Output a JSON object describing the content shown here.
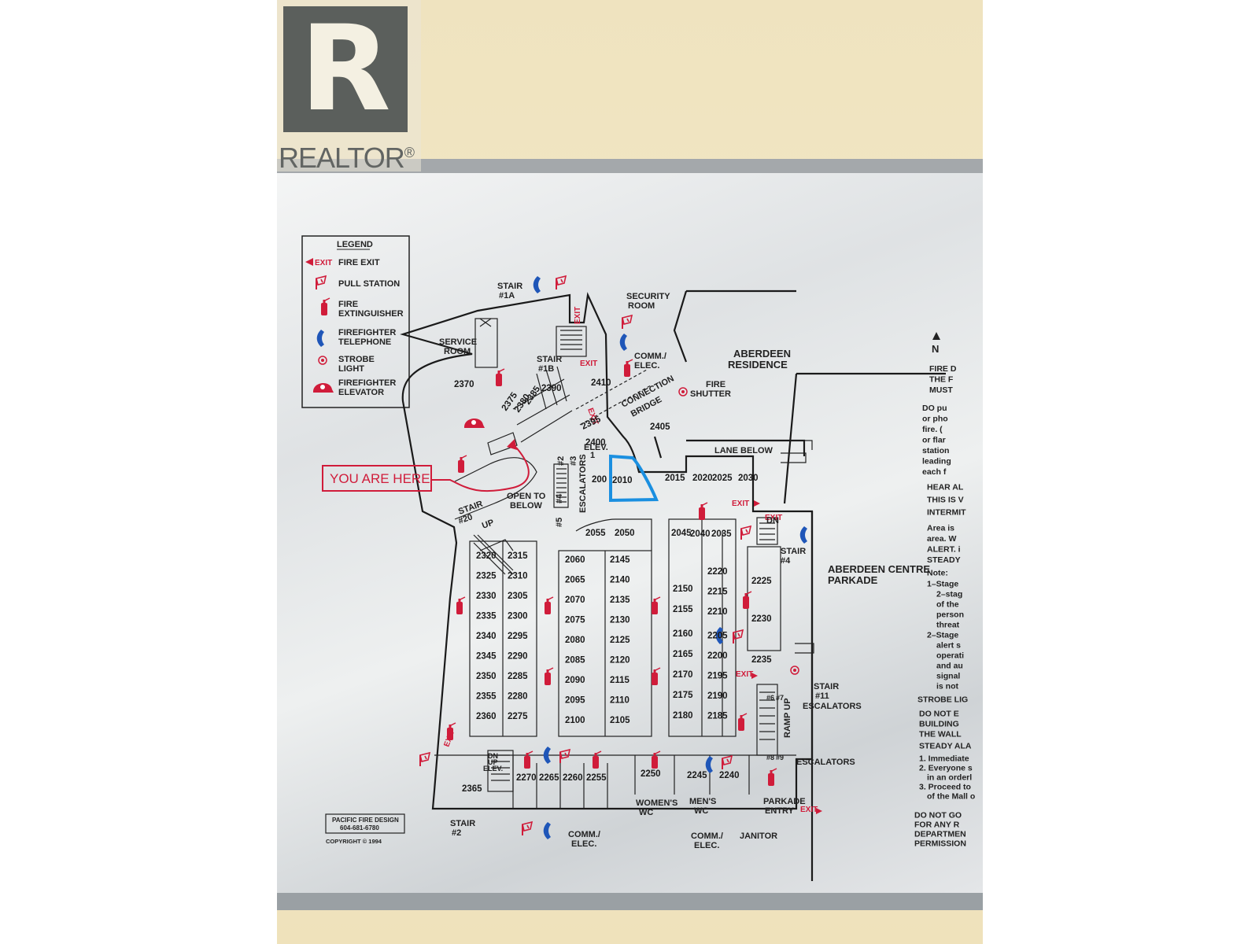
{
  "brand": {
    "logo_letter": "R",
    "logo_text": "REALTOR",
    "registered": "®"
  },
  "legend": {
    "title": "LEGEND",
    "items": [
      {
        "icon": "exit-arrow-icon",
        "tag": "EXIT",
        "label": "FIRE EXIT"
      },
      {
        "icon": "pull-station-icon",
        "label": "PULL STATION"
      },
      {
        "icon": "fire-extinguisher-icon",
        "label": "FIRE",
        "label2": "EXTINGUISHER"
      },
      {
        "icon": "firefighter-telephone-icon",
        "label": "FIREFIGHTER",
        "label2": "TELEPHONE"
      },
      {
        "icon": "strobe-light-icon",
        "label": "STROBE",
        "label2": "LIGHT"
      },
      {
        "icon": "firefighter-elevator-icon",
        "label": "FIREFIGHTER",
        "label2": "ELEVATOR"
      }
    ]
  },
  "you_are_here": "YOU ARE HERE",
  "north": "N",
  "labels": {
    "stair_1a": [
      "STAIR",
      "#1A"
    ],
    "security_room": [
      "SECURITY",
      "ROOM"
    ],
    "service_room": [
      "SERVICE",
      "ROOM"
    ],
    "stair_1b": [
      "STAIR",
      "#1B"
    ],
    "comm_elec_top": [
      "COMM./",
      "ELEC."
    ],
    "connection_bridge": [
      "CONNECTION",
      "BRIDGE"
    ],
    "fire_shutter": [
      "FIRE",
      "SHUTTER"
    ],
    "aberdeen_residence": [
      "ABERDEEN",
      "RESIDENCE"
    ],
    "lane_below": "LANE BELOW",
    "open_to_below": [
      "OPEN TO",
      "BELOW"
    ],
    "stair_20": [
      "STAIR",
      "#20"
    ],
    "escalators_v": "ESCALATORS",
    "elev_1": [
      "ELEV.",
      "1"
    ],
    "stair_4": [
      "STAIR",
      "#4"
    ],
    "aberdeen_parkade": [
      "ABERDEEN CENTRE",
      "PARKADE"
    ],
    "stair_11": [
      "STAIR",
      "#11"
    ],
    "escalators_1": "ESCALATORS",
    "escalators_2": "ESCALATORS",
    "ramp_up": "RAMP UP",
    "stair_2": [
      "STAIR",
      "#2"
    ],
    "elev_bottom": "ELEV.",
    "comm_elec_bottom_left": [
      "COMM./",
      "ELEC."
    ],
    "comm_elec_bottom_right": [
      "COMM./",
      "ELEC."
    ],
    "womens_wc": [
      "WOMEN'S",
      "WC"
    ],
    "mens_wc": [
      "MEN'S",
      "WC"
    ],
    "janitor": "JANITOR",
    "parkade_entry": [
      "PARKADE",
      "ENTRY"
    ],
    "exit": "EXIT",
    "up": "UP",
    "dn": "DN",
    "esc_nums_left": [
      "#4",
      "#5",
      "#2",
      "#3"
    ],
    "esc_nums_right": [
      "#6",
      "#7",
      "#8",
      "#9"
    ]
  },
  "rooms": {
    "north_wing": [
      "2370",
      "2375",
      "2380",
      "2385",
      "2390",
      "2410",
      "2395",
      "2400",
      "2405"
    ],
    "front_row": [
      "200",
      "2010",
      "2015",
      "2020",
      "2025",
      "2030"
    ],
    "center_top": [
      "2055",
      "2050",
      "2045",
      "2040",
      "2035"
    ],
    "col_a": [
      "2320",
      "2325",
      "2330",
      "2335",
      "2340",
      "2345",
      "2350",
      "2355",
      "2360"
    ],
    "col_b": [
      "2315",
      "2310",
      "2305",
      "2300",
      "2295",
      "2290",
      "2285",
      "2280",
      "2275"
    ],
    "col_c": [
      "2060",
      "2065",
      "2070",
      "2075",
      "2080",
      "2085",
      "2090",
      "2095",
      "2100"
    ],
    "col_d": [
      "2145",
      "2140",
      "2135",
      "2130",
      "2125",
      "2120",
      "2115",
      "2110",
      "2105"
    ],
    "east_a": [
      "2150",
      "2155",
      "2160",
      "2165",
      "2170",
      "2175",
      "2180"
    ],
    "east_b": [
      "2220",
      "2215",
      "2210",
      "2205",
      "2200",
      "2195",
      "2190",
      "2185"
    ],
    "east_c": [
      "2225",
      "2230",
      "2235"
    ],
    "bottom_row": [
      "2365",
      "2270",
      "2265",
      "2260",
      "2255",
      "2250",
      "2245",
      "2240"
    ]
  },
  "credits": {
    "company": "PACIFIC FIRE DESIGN",
    "phone": "604-681-6780",
    "copyright": "COPYRIGHT © 1994"
  },
  "notice": {
    "lines": [
      "FIRE D",
      "THE F",
      "MUST",
      "DO pu",
      "or pho",
      "fire. (",
      "or flar",
      "station",
      "leading",
      "each f"
    ],
    "hear": "HEAR AL",
    "this_is": "THIS IS V",
    "intermit": "INTERMIT",
    "area": [
      "Area is",
      "area. W",
      "ALERT. i",
      "STEADY"
    ],
    "note": "Note:",
    "note_lines": [
      "1–Stage",
      "2–stag",
      "of the",
      "person",
      "threat",
      "2–Stage",
      "alert s",
      "operati",
      "and au",
      "signal",
      "is not"
    ],
    "strobe": "STROBE LIG",
    "do_not": [
      "DO NOT E",
      "BUILDING",
      "THE WALL"
    ],
    "steady": "STEADY ALA",
    "steps": [
      "1. Immediate",
      "2. Everyone s",
      "in an orderl",
      "3. Proceed to",
      "of the Mall o"
    ],
    "final": [
      "DO NOT GO",
      "FOR ANY R",
      "DEPARTMEN",
      "PERMISSION"
    ]
  },
  "colors": {
    "ink": "#1a1a1a",
    "red": "#d01c3a",
    "blue": "#1f56b8",
    "highlight": "#1a8fe0"
  }
}
